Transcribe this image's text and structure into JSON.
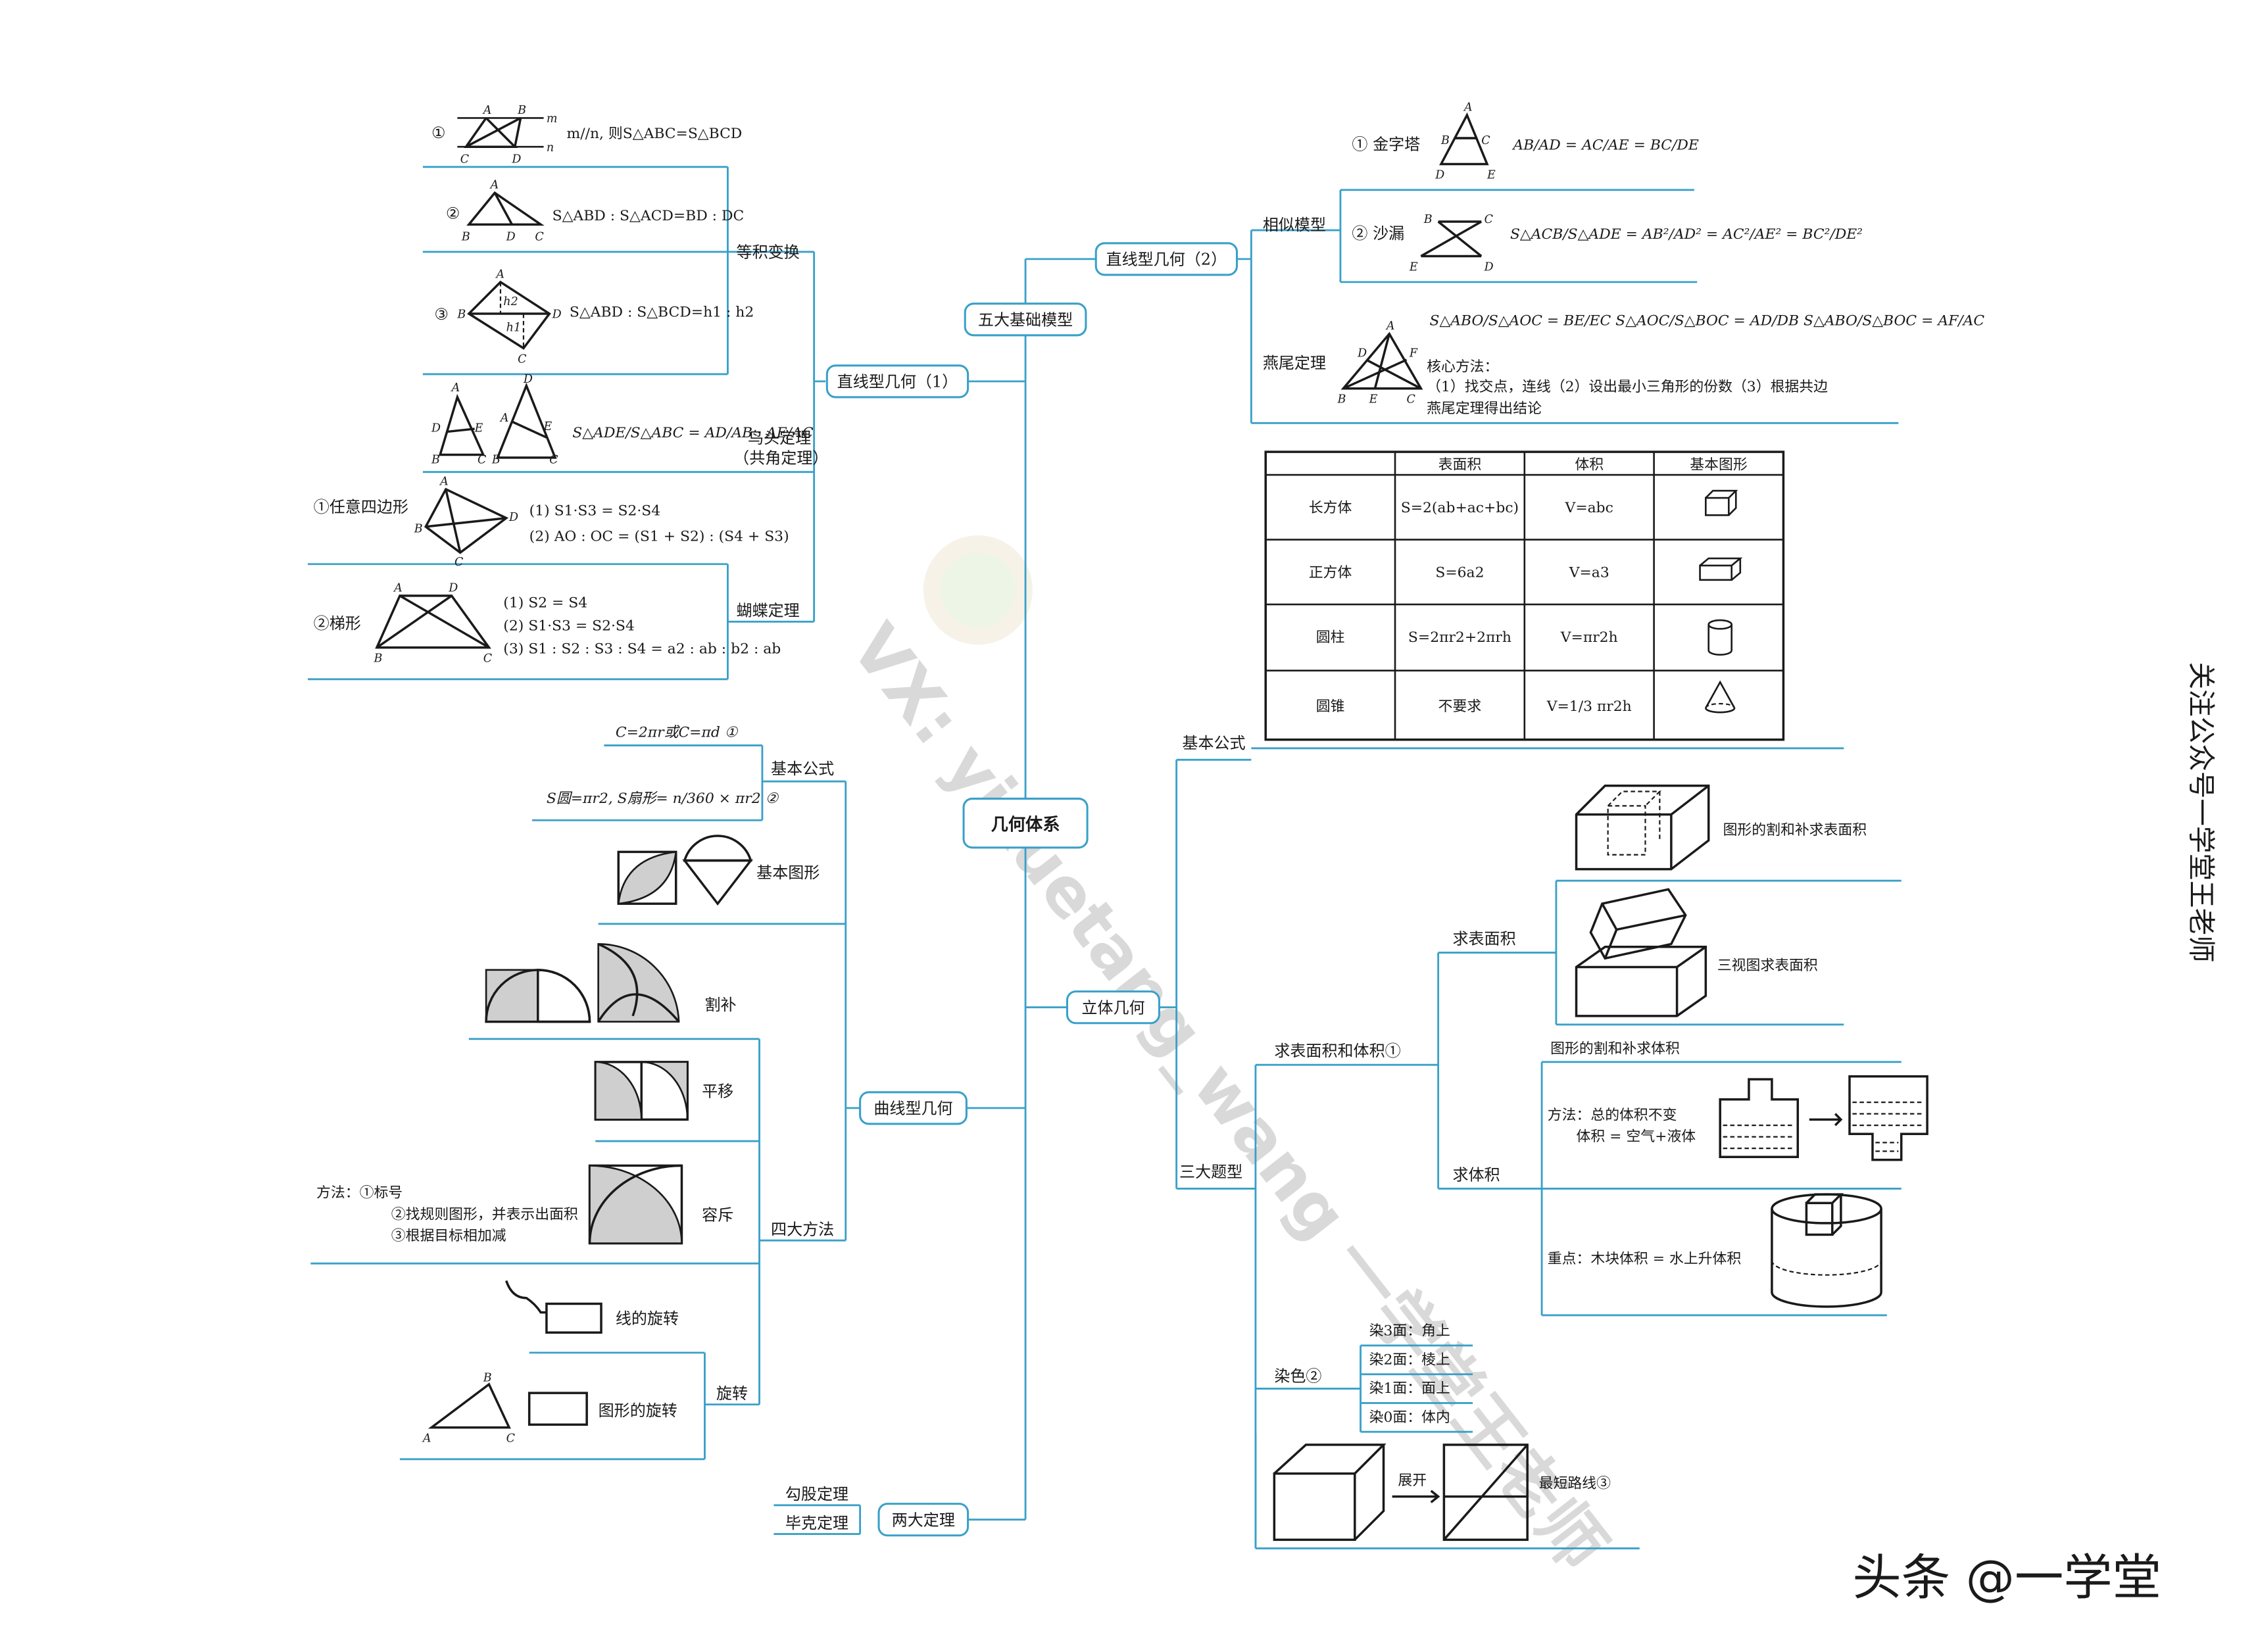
{
  "root": "几何体系",
  "left": {
    "line1": {
      "title": "直线型几何（1）",
      "equal_area": {
        "label": "等积变换",
        "item1": {
          "num": "①",
          "text": "m//n, 则S△ABC=S△BCD"
        },
        "item2": {
          "num": "②",
          "text": "S△ABD : S△ACD=BD : DC"
        },
        "item3": {
          "num": "③",
          "text": "S△ABD : S△BCD=h1 : h2"
        }
      },
      "bird_head": {
        "label1": "鸟头定理",
        "label2": "（共角定理）",
        "formula": "S△ADE/S△ABC = AD/AB · AE/AC"
      },
      "butterfly": {
        "label": "蝴蝶定理",
        "quad_label": "①任意四边形",
        "quad_f1": "(1) S1·S3 = S2·S4",
        "quad_f2": "(2) AO : OC = (S1 + S2) : (S4 + S3)",
        "trap_label": "②梯形",
        "trap_f1": "(1) S2 = S4",
        "trap_f2": "(2) S1·S3 = S2·S4",
        "trap_f3": "(3) S1 : S2 : S3 : S4 = a2 : ab : b2 : ab"
      }
    },
    "curve": {
      "title": "曲线型几何",
      "formula": {
        "label": "基本公式",
        "f1": "C=2πr或C=πd ①",
        "f2": "S圆=πr2, S扇形= n/360 × πr2 ②"
      },
      "basic_shapes": "基本图形",
      "four_methods": {
        "label": "四大方法",
        "m1": "割补",
        "m2": "平移",
        "m3": "容斥",
        "method_note": [
          "方法：①标号",
          "②找规则图形，并表示出面积",
          "③根据目标相加减"
        ]
      },
      "rotation": {
        "label": "旋转",
        "r1": "线的旋转",
        "r2": "图形的旋转"
      }
    },
    "two_theorems": {
      "title": "两大定理",
      "t1": "勾股定理",
      "t2": "毕克定理"
    }
  },
  "right": {
    "five_models": "五大基础模型",
    "line2": {
      "title": "直线型几何（2）",
      "similar": {
        "label": "相似模型",
        "pyramid": "① 金字塔",
        "hourglass": "② 沙漏"
      },
      "swallowtail": {
        "label": "燕尾定理",
        "core": "核心方法：",
        "desc1": "（1）找交点，连线（2）设出最小三角形的份数（3）根据共边",
        "desc2": "燕尾定理得出结论"
      }
    },
    "solid": {
      "title": "立体几何",
      "basic_formula": "基本公式",
      "table": {
        "headers": [
          "",
          "表面积",
          "体积",
          "基本图形"
        ],
        "rows": [
          {
            "name": "长方体",
            "area": "S=2(ab+ac+bc)",
            "vol": "V=abc"
          },
          {
            "name": "正方体",
            "area": "S=6a2",
            "vol": "V=a3"
          },
          {
            "name": "圆柱",
            "area": "S=2πr2+2πrh",
            "vol": "V=πr2h"
          },
          {
            "name": "圆锥",
            "area": "不要求",
            "vol": "V=1/3 πr2h"
          }
        ]
      },
      "three_types": {
        "label": "三大题型",
        "area_vol": {
          "label": "求表面积和体积①",
          "surface": {
            "label": "求表面积",
            "s1": "图形的割和补求表面积",
            "s2": "三视图求表面积"
          },
          "volume": {
            "label": "求体积",
            "v1": "图形的割和补求体积",
            "method1": "方法：总的体积不变",
            "method2": "体积 = 空气+液体",
            "key": "重点：木块体积 = 水上升体积"
          }
        },
        "dye": {
          "label": "染色②",
          "d3": "染3面：角上",
          "d2": "染2面：棱上",
          "d1": "染1面：面上",
          "d0": "染0面：体内"
        },
        "unfold": "展开",
        "shortest": "最短路线③"
      }
    }
  },
  "side_text": "关注公众号一学堂王老师",
  "bottom_text": "头条 @一学堂",
  "watermark": "VX: yixuetang_wang 一学堂王老师"
}
